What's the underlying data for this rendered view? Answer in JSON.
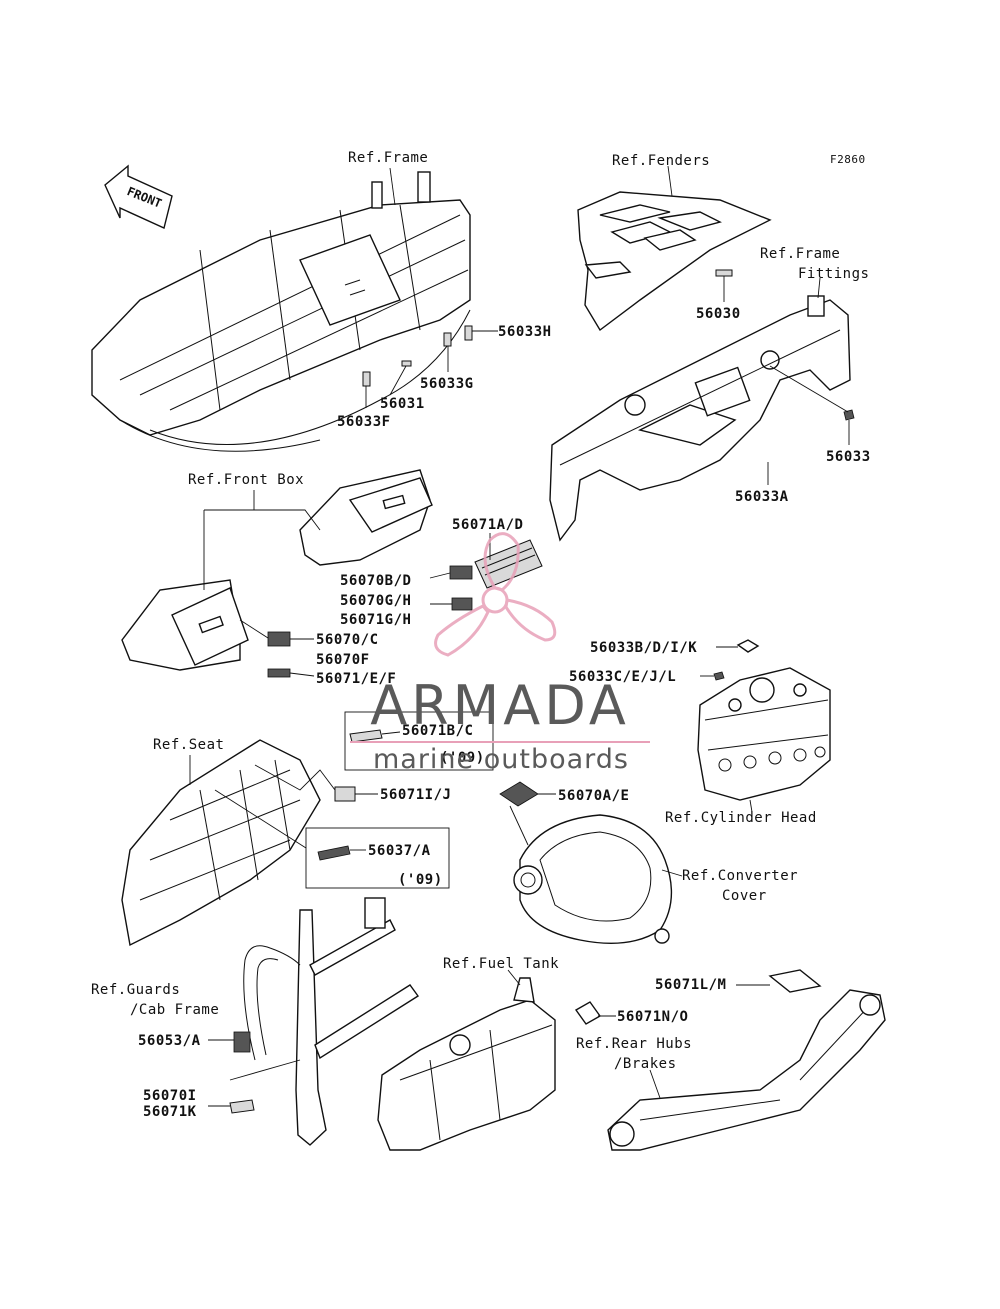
{
  "figure_code": "F2860",
  "front_arrow": "FRONT",
  "watermark": {
    "title": "ARMADA",
    "subtitle": "marine outboards",
    "color": "#e8a0b8"
  },
  "labels": {
    "ref_frame": "Ref.Frame",
    "ref_fenders": "Ref.Fenders",
    "ref_frame_fittings_1": "Ref.Frame",
    "ref_frame_fittings_2": "Fittings",
    "ref_front_box": "Ref.Front Box",
    "ref_seat": "Ref.Seat",
    "ref_cylinder_head": "Ref.Cylinder Head",
    "ref_converter_1": "Ref.Converter",
    "ref_converter_2": "Cover",
    "ref_fuel_tank": "Ref.Fuel Tank",
    "ref_guards_1": "Ref.Guards",
    "ref_guards_2": "/Cab Frame",
    "ref_rear_hubs_1": "Ref.Rear Hubs",
    "ref_rear_hubs_2": "/Brakes"
  },
  "parts": {
    "p56033H": "56033H",
    "p56033G": "56033G",
    "p56031": "56031",
    "p56033F": "56033F",
    "p56030": "56030",
    "p56033": "56033",
    "p56033A": "56033A",
    "p56071AD": "56071A/D",
    "p56070BD": "56070B/D",
    "p56070GH": "56070G/H",
    "p56071GH": "56071G/H",
    "p56070C": "56070/C",
    "p56070F": "56070F",
    "p56071EF": "56071/E/F",
    "p56033BDIK": "56033B/D/I/K",
    "p56033CEJL": "56033C/E/J/L",
    "p56071BC": "56071B/C",
    "year09a": "('09)",
    "p56071IJ": "56071I/J",
    "p56070AE": "56070A/E",
    "p56037A": "56037/A",
    "year09b": "('09)",
    "p56071LM": "56071L/M",
    "p56071NO": "56071N/O",
    "p56053A": "56053/A",
    "p56070I": "56070I",
    "p56071K": "56071K"
  }
}
